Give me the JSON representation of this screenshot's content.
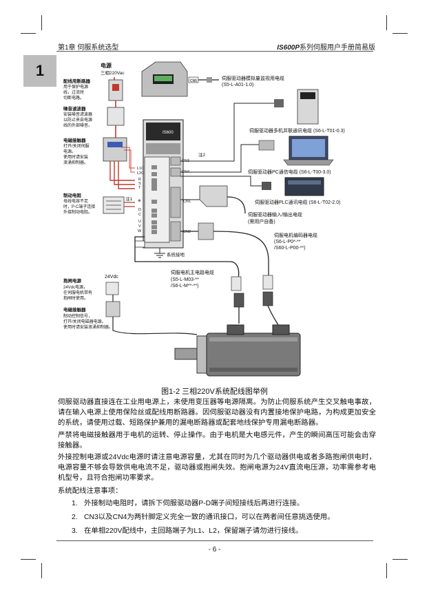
{
  "header": {
    "left": "第1章 伺服系统选型",
    "right_bold": "IS600P",
    "right_rest": "系列伺服用户手册简易版"
  },
  "chapter_tab": "1",
  "diagram": {
    "power_title": "电源",
    "power_spec": "三相220Vac",
    "breaker": [
      "配线用断路器",
      "用于保护电源",
      "线，过流时",
      "切断电路。"
    ],
    "noise_filter": [
      "噪音滤波器",
      "安装噪音滤波器",
      "以防止来自电源",
      "线的外部噪音。"
    ],
    "contactor": [
      "电磁接触器",
      "打开/关闭伺服",
      "电源。",
      "使用时请安装",
      "浪涌抑制器。"
    ],
    "brake_resistor": [
      "制动电阻",
      "母线电容不足",
      "时，P-C端子连接",
      "外接制动电阻。"
    ],
    "note1": "注1",
    "note2": "注2",
    "terminals": [
      "L1C",
      "L2C",
      "R",
      "S",
      "T",
      "⊕",
      "D",
      "C",
      "U",
      "V",
      "W",
      "PE"
    ],
    "drive_model": "IS600",
    "ports": [
      "CN5",
      "CN3",
      "CN4",
      "CN1",
      "CN2"
    ],
    "ground": "系统接地",
    "cable_monitor": [
      "伺服驱动器模拟量监视用电缆",
      "(S5-L-A01-1.0)"
    ],
    "cable_multi": "伺服驱动器多机并联通讯电缆 (S6-L-T01-0.3)",
    "cable_pc": "伺服驱动器PC通信电缆 (S6-L-T00-3.0)",
    "cable_plc": "伺服驱动器PLC通讯电缆 (S6-L-T02-2.0)",
    "cable_io": [
      "伺服驱动器输入/输出电缆",
      "(需用户自备)"
    ],
    "cable_encoder": [
      "伺服电机编码器电缆",
      "(S6-L-P0*-**",
      "/S60-L-P00-**)"
    ],
    "cable_motor": [
      "伺服电机主电路电缆",
      "(S5-L-M03-**",
      "/S6-L-M**-**)"
    ],
    "brake_power_title": "抱闸电源",
    "brake_power": [
      "24Vdc电源，",
      "在伺服电机带有",
      "抱闸时使用。"
    ],
    "brake_voltage": "24Vdc",
    "contactor2": [
      "电磁接触器",
      "制动控制信号，",
      "打开/关闭电磁器电源。",
      "使用时请安装浪涌抑制器。"
    ]
  },
  "caption": "图1-2 三相220V系统配线图举例",
  "paragraphs": [
    "伺服驱动器直接连在工业用电源上，未使用变压器等电源隔离。为防止伺服系统产生交叉触电事故，请在输入电源上使用保险丝或配线用断路器。因伺服驱动器没有内置接地保护电路，为构成更加安全的系统，请使用过载、短路保护兼用的漏电断路器或配套地线保护专用漏电断路器。",
    "严禁将电磁接触器用于电机的运转、停止操作。由于电机是大电感元件，产生的瞬间高压可能会击穿接触器。",
    "外接控制电源或24Vdc电源时请注意电源容量，尤其在同时为几个驱动器供电或者多路抱闸供电时，电源容量不够会导致供电电流不足，驱动器或抱闸失效。抱闸电源为24V直流电压源，功率需参考电机型号，且符合抱闸功率要求。"
  ],
  "notes_title": "系统配线注意事项：",
  "notes": [
    {
      "num": "1.",
      "text": "外接制动电阻时，请拆下伺服驱动器P-D端子间短接线后再进行连接。"
    },
    {
      "num": "2.",
      "text": "CN3以及CN4为两针脚定义完全一致的通讯接口，可以在两者间任意挑选使用。"
    },
    {
      "num": "3.",
      "text": "在单相220V配线中，主回路端子为L1、L2，保留端子请勿进行接线。"
    }
  ],
  "page_number": "- 6 -"
}
